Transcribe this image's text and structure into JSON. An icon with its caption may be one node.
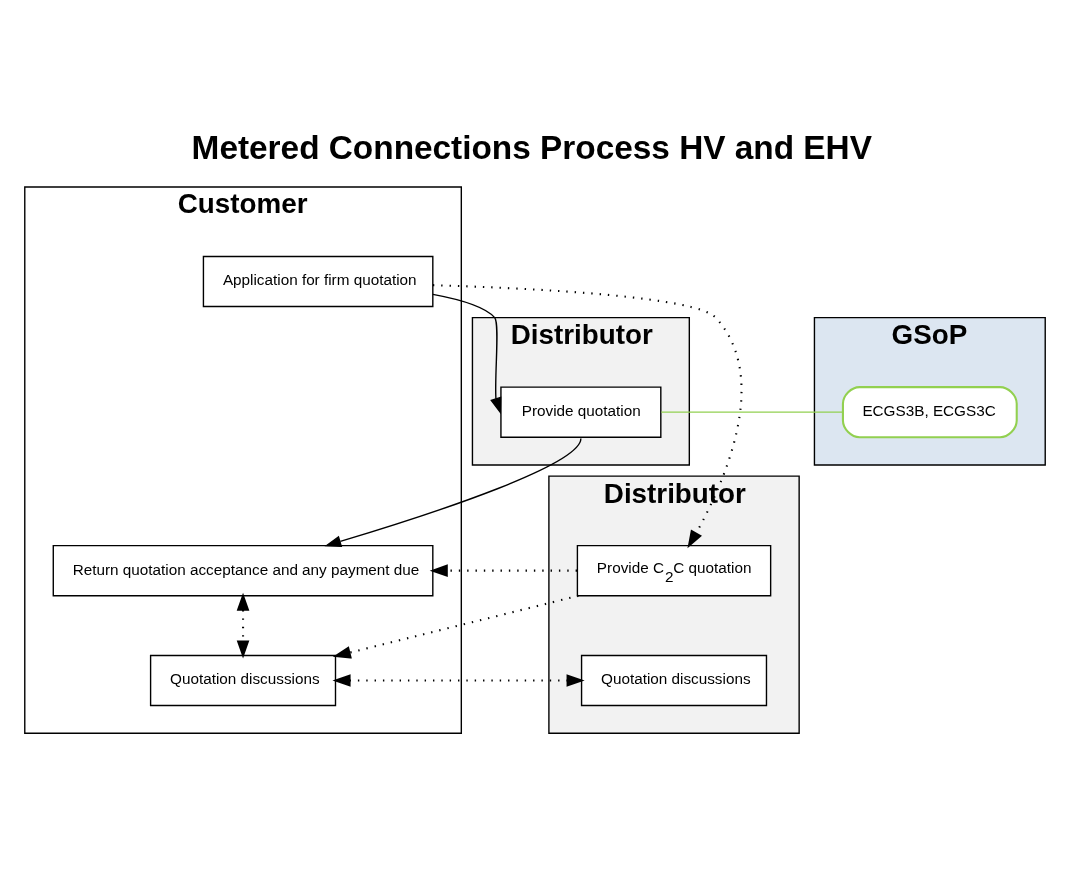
{
  "diagram": {
    "title": "Metered Connections Process HV and EHV",
    "nodes": [
      {
        "text": [
          "Customer"
        ]
      },
      {
        "text": [
          "Distributor"
        ]
      },
      {
        "text": [
          "GSoP"
        ]
      },
      {
        "text": [
          "Distributor"
        ]
      },
      {
        "text": [
          "Application for firm quotation"
        ],
        "in": 0
      },
      {
        "text": [
          "Provide quotation"
        ],
        "in": 1
      },
      {
        "text": [
          "ECGS3B, ECGS3C"
        ],
        "in": 2
      },
      {
        "text": [
          "Return quotation acceptance and any payment due"
        ],
        "in": 0
      },
      {
        "text": [
          "Provide C$_{2}$C quotation"
        ],
        "in": 3
      },
      {
        "text": [
          "Quotation discussions"
        ],
        "in": 0
      },
      {
        "text": [
          "Quotation discussions"
        ],
        "in": 3
      }
    ],
    "edges": [
      {
        "from": 4,
        "to": 5,
        "arrow": "to"
      },
      {
        "from": 4,
        "to": 8,
        "arrow": "to",
        "style": "dashed"
      },
      {
        "from": 6,
        "to": 5,
        "arrow": "none",
        "color": "#92d050"
      },
      {
        "from": 5,
        "to": 7,
        "arrow": "to"
      },
      {
        "from": 7,
        "to": 9,
        "arrow": "both",
        "style": "dashed"
      },
      {
        "from": 8,
        "to": 7,
        "arrow": "to",
        "style": "dashed"
      },
      {
        "from": 8,
        "to": 9,
        "arrow": "to",
        "style": "dashed"
      },
      {
        "from": 9,
        "to": 10,
        "arrow": "both",
        "style": "dashed"
      }
    ]
  }
}
